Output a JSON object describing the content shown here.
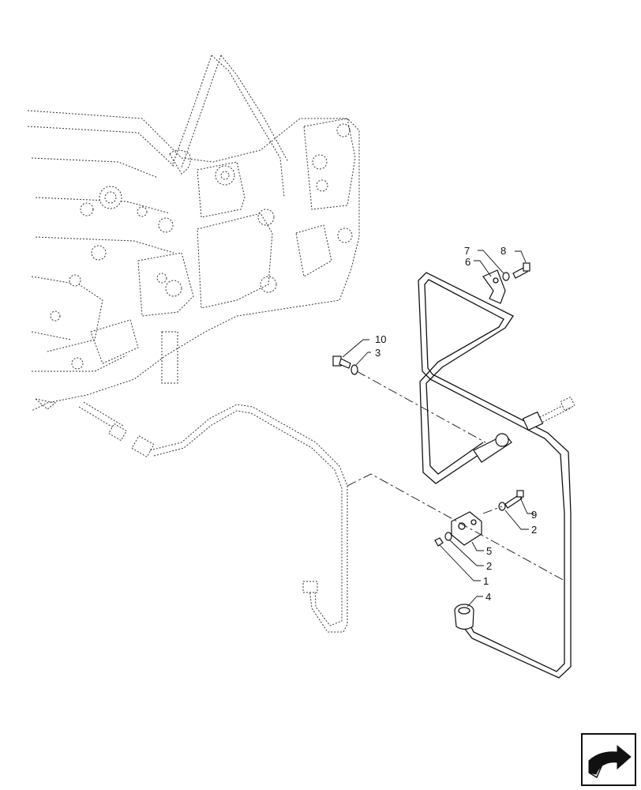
{
  "callouts": [
    {
      "id": "c7",
      "text": "7"
    },
    {
      "id": "c8",
      "text": "8"
    },
    {
      "id": "c6",
      "text": "6"
    },
    {
      "id": "c10",
      "text": "10"
    },
    {
      "id": "c3",
      "text": "3"
    },
    {
      "id": "c9",
      "text": "9"
    },
    {
      "id": "c2a",
      "text": "2"
    },
    {
      "id": "c5",
      "text": "5"
    },
    {
      "id": "c2b",
      "text": "2"
    },
    {
      "id": "c1",
      "text": "1"
    },
    {
      "id": "c4",
      "text": "4"
    }
  ],
  "icons": {
    "nav": "navigation-arrow-icon"
  }
}
